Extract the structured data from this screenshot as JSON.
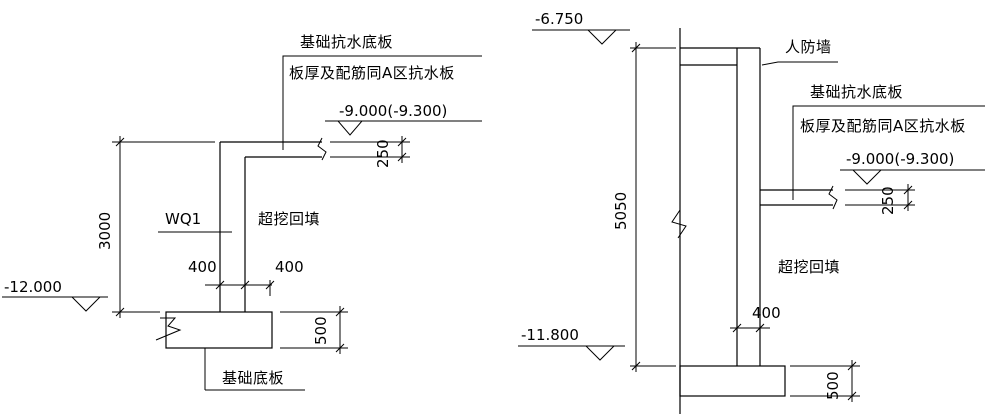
{
  "left_detail": {
    "bottom_slab_top_label": "基础抗水底板",
    "bottom_slab_note": "板厚及配筋同A区抗水板",
    "level_top": "-9.000(-9.300)",
    "dim_slab_thickness": "250",
    "dim_height": "3000",
    "wall_tag": "WQ1",
    "backfill_label": "超挖回填",
    "dim_left_offset": "400",
    "dim_right_offset": "400",
    "level_bottom": "-12.000",
    "dim_footing": "500",
    "footing_label": "基础底板"
  },
  "right_detail": {
    "level_top": "-6.750",
    "wall_label": "人防墙",
    "bottom_slab_top_label": "基础抗水底板",
    "bottom_slab_note": "板厚及配筋同A区抗水板",
    "level_slab": "-9.000(-9.300)",
    "dim_slab_thickness": "250",
    "dim_height": "5050",
    "backfill_label": "超挖回填",
    "dim_offset": "400",
    "level_bottom": "-11.800",
    "dim_footing": "500"
  }
}
